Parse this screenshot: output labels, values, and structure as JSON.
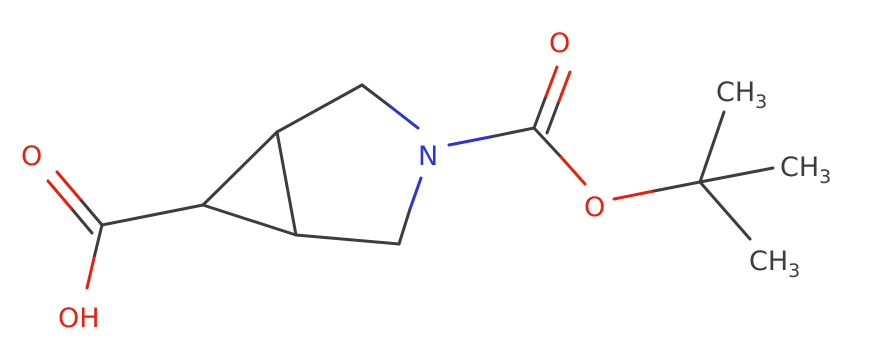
{
  "molecule": {
    "atoms": {
      "o_carbonyl_acid": "O",
      "oh_acid": "OH",
      "nitrogen": "N",
      "o_carbonyl_boc": "O",
      "o_ester": "O",
      "methyl_1": {
        "main": "CH",
        "sub": "3"
      },
      "methyl_2": {
        "main": "CH",
        "sub": "3"
      },
      "methyl_3": {
        "main": "CH",
        "sub": "3"
      }
    },
    "colors": {
      "carbon_bond": "#3d3d3d",
      "oxygen": "#e8210f",
      "nitrogen": "#2a36d6"
    }
  }
}
